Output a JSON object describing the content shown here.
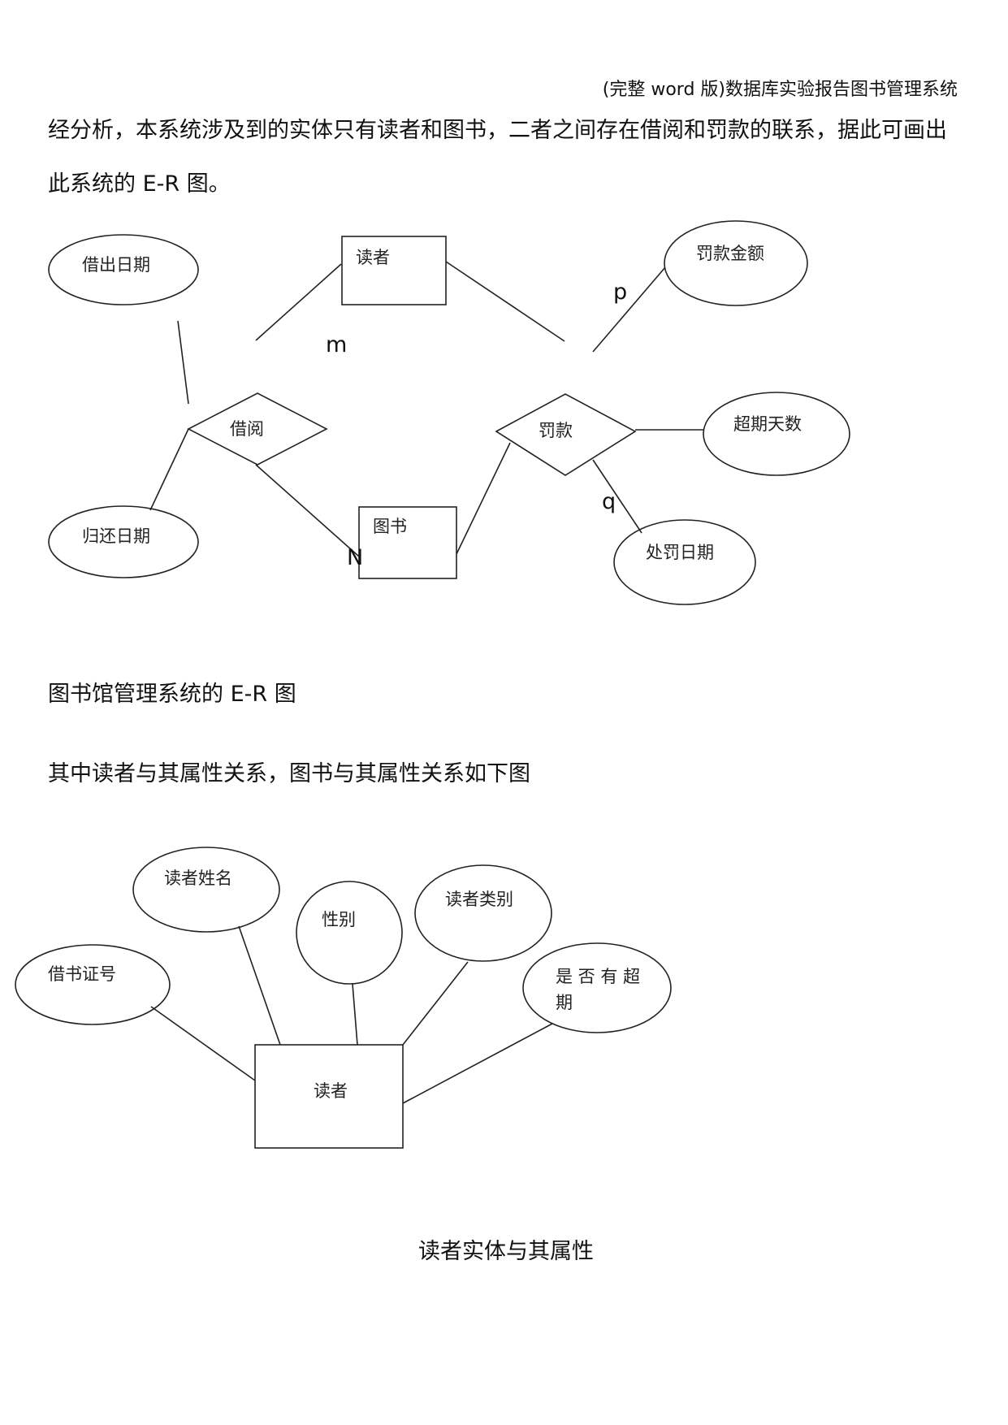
{
  "header": {
    "running_title": "(完整 word 版)数据库实验报告图书管理系统"
  },
  "intro": {
    "line1": "经分析，本系统涉及到的实体只有读者和图书，二者之间存在借阅和罚款的联系，据此可画出",
    "line2": "此系统的 E-R 图。"
  },
  "er_diagram": {
    "entities": {
      "reader": "读者",
      "book": "图书"
    },
    "relationships": {
      "borrow": "借阅",
      "fine": "罚款"
    },
    "attributes": {
      "borrow_date": "借出日期",
      "return_date": "归还日期",
      "fine_amount": "罚款金额",
      "overdue_days": "超期天数",
      "penalty_date": "处罚日期"
    },
    "cardinality": {
      "m": "m",
      "n": "N",
      "p": "p",
      "q": "q"
    }
  },
  "caption1": "图书馆管理系统的 E-R 图",
  "text2": "其中读者与其属性关系，图书与其属性关系如下图",
  "reader_diagram": {
    "entity": "读者",
    "attributes": {
      "card_no": "借书证号",
      "name": "读者姓名",
      "gender": "性别",
      "category": "读者类别",
      "overdue_line1": "是 否 有 超",
      "overdue_line2": "期"
    }
  },
  "caption2": "读者实体与其属性"
}
